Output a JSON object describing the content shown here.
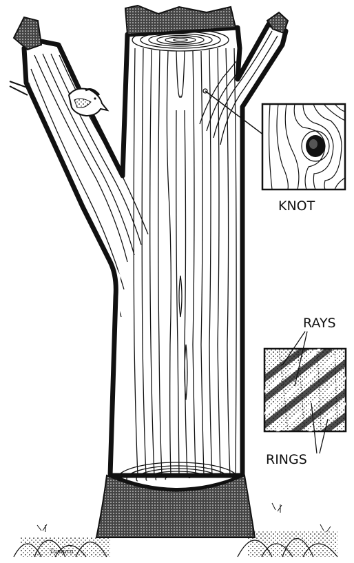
{
  "labels": {
    "knot": "KNOT",
    "rays": "RAYS",
    "rings": "RINGS"
  },
  "signature": "Tamura",
  "colors": {
    "ink": "#111111",
    "paper": "#ffffff"
  }
}
